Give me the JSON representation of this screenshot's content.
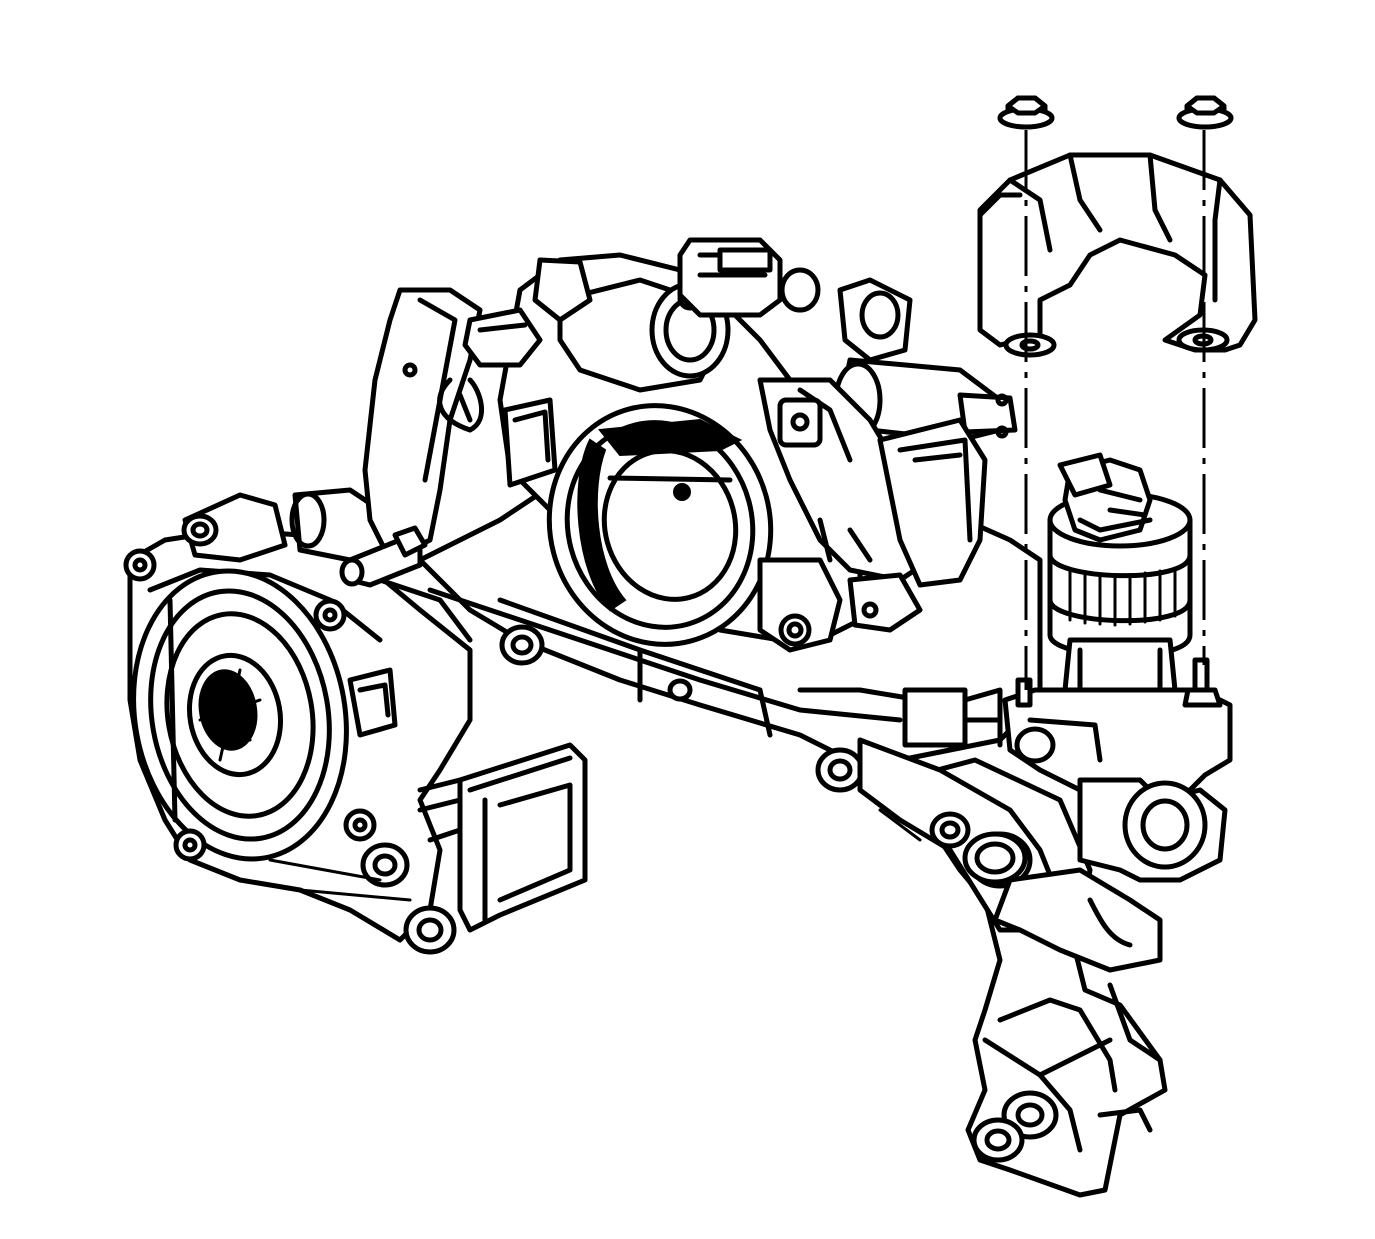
{
  "figure": {
    "background_color": "#ffffff",
    "line_color": "#000000",
    "components": [
      {
        "id": "intake-manifold",
        "icon": "intake-manifold-icon"
      },
      {
        "id": "throttle-body",
        "icon": "throttle-body-icon"
      },
      {
        "id": "water-pump-housing",
        "icon": "water-pump-icon"
      },
      {
        "id": "egr-valve",
        "icon": "egr-valve-icon"
      },
      {
        "id": "egr-heat-shield",
        "icon": "heat-shield-icon"
      },
      {
        "id": "egr-nut-left",
        "icon": "nut-icon"
      },
      {
        "id": "egr-nut-right",
        "icon": "nut-icon"
      },
      {
        "id": "egr-washer-left",
        "icon": "washer-icon"
      },
      {
        "id": "egr-washer-right",
        "icon": "washer-icon"
      },
      {
        "id": "mounting-bracket",
        "icon": "bracket-icon"
      },
      {
        "id": "electrical-connector",
        "icon": "connector-icon"
      }
    ]
  }
}
